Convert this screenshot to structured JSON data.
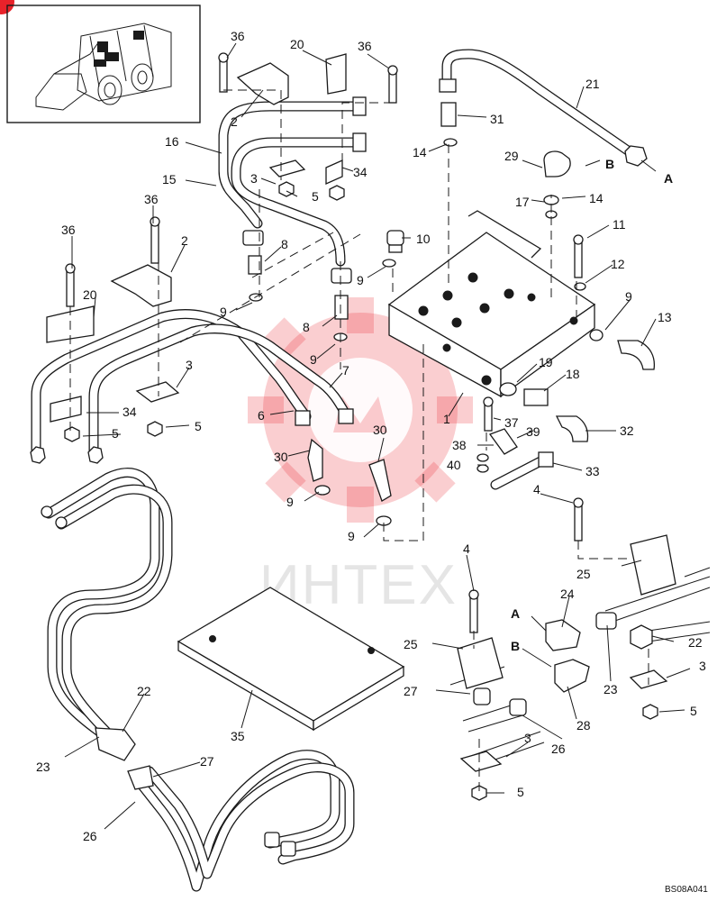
{
  "watermark": {
    "text": "ИНТЕХ",
    "color": "#e8222a"
  },
  "drawing_code": "BS08A041",
  "corner_marker": {
    "color": "#e8222a"
  },
  "inset": {
    "subject": "skid-steer-loader",
    "highlight_color": "#1a1a1a"
  },
  "callouts": [
    {
      "id": "c36a",
      "text": "36"
    },
    {
      "id": "c20a",
      "text": "20"
    },
    {
      "id": "c36b",
      "text": "36"
    },
    {
      "id": "c2a",
      "text": "2"
    },
    {
      "id": "c16",
      "text": "16"
    },
    {
      "id": "c15",
      "text": "15"
    },
    {
      "id": "c3a",
      "text": "3"
    },
    {
      "id": "c5a",
      "text": "5"
    },
    {
      "id": "c34a",
      "text": "34"
    },
    {
      "id": "c21",
      "text": "21"
    },
    {
      "id": "c31",
      "text": "31"
    },
    {
      "id": "c14a",
      "text": "14"
    },
    {
      "id": "c29",
      "text": "29"
    },
    {
      "id": "cB1",
      "text": "B"
    },
    {
      "id": "cA1",
      "text": "A"
    },
    {
      "id": "c17",
      "text": "17"
    },
    {
      "id": "c14b",
      "text": "14"
    },
    {
      "id": "c36c",
      "text": "36"
    },
    {
      "id": "c36d",
      "text": "36"
    },
    {
      "id": "c2b",
      "text": "2"
    },
    {
      "id": "c8a",
      "text": "8"
    },
    {
      "id": "c10",
      "text": "10"
    },
    {
      "id": "c11",
      "text": "11"
    },
    {
      "id": "c12",
      "text": "12"
    },
    {
      "id": "c9a",
      "text": "9"
    },
    {
      "id": "c9b",
      "text": "9"
    },
    {
      "id": "c9c",
      "text": "9"
    },
    {
      "id": "c20b",
      "text": "20"
    },
    {
      "id": "c8b",
      "text": "8"
    },
    {
      "id": "c9d",
      "text": "9"
    },
    {
      "id": "c13",
      "text": "13"
    },
    {
      "id": "c7",
      "text": "7"
    },
    {
      "id": "c3b",
      "text": "3"
    },
    {
      "id": "c19",
      "text": "19"
    },
    {
      "id": "c18",
      "text": "18"
    },
    {
      "id": "c6",
      "text": "6"
    },
    {
      "id": "c34b",
      "text": "34"
    },
    {
      "id": "c1",
      "text": "1"
    },
    {
      "id": "c5b",
      "text": "5"
    },
    {
      "id": "c5c",
      "text": "5"
    },
    {
      "id": "c37",
      "text": "37"
    },
    {
      "id": "c32",
      "text": "32"
    },
    {
      "id": "c30a",
      "text": "30"
    },
    {
      "id": "c30b",
      "text": "30"
    },
    {
      "id": "c38",
      "text": "38"
    },
    {
      "id": "c39",
      "text": "39"
    },
    {
      "id": "c40",
      "text": "40"
    },
    {
      "id": "c33",
      "text": "33"
    },
    {
      "id": "c9e",
      "text": "9"
    },
    {
      "id": "c9f",
      "text": "9"
    },
    {
      "id": "c4a",
      "text": "4"
    },
    {
      "id": "c4b",
      "text": "4"
    },
    {
      "id": "c25a",
      "text": "25"
    },
    {
      "id": "c24",
      "text": "24"
    },
    {
      "id": "cA2",
      "text": "A"
    },
    {
      "id": "c22a",
      "text": "22"
    },
    {
      "id": "c25b",
      "text": "25"
    },
    {
      "id": "cB2",
      "text": "B"
    },
    {
      "id": "c3c",
      "text": "3"
    },
    {
      "id": "c27a",
      "text": "27"
    },
    {
      "id": "c23a",
      "text": "23"
    },
    {
      "id": "c5d",
      "text": "5"
    },
    {
      "id": "c28",
      "text": "28"
    },
    {
      "id": "c35",
      "text": "35"
    },
    {
      "id": "c22b",
      "text": "22"
    },
    {
      "id": "c26a",
      "text": "26"
    },
    {
      "id": "c3d",
      "text": "3"
    },
    {
      "id": "c23b",
      "text": "23"
    },
    {
      "id": "c27b",
      "text": "27"
    },
    {
      "id": "c5e",
      "text": "5"
    },
    {
      "id": "c26b",
      "text": "26"
    }
  ]
}
